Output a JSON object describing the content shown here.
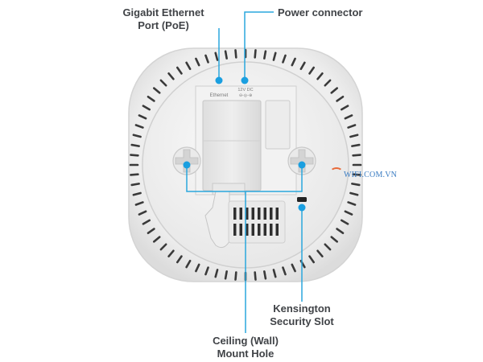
{
  "callouts": {
    "ethernet": [
      "Gigabit Ethernet",
      "Port (PoE)"
    ],
    "power": [
      "Power connector"
    ],
    "kensington": [
      "Kensington",
      "Security Slot"
    ],
    "mount": [
      "Ceiling (Wall)",
      "Mount Hole"
    ]
  },
  "device": {
    "port_label_ethernet": "Ethernet",
    "port_label_power": "12V DC",
    "port_label_power_symbol": "⊖-◎-⊕"
  },
  "watermark": "WIFI.COM.VN",
  "colors": {
    "callout_line": "#2aa7dd",
    "callout_dot": "#1a9fe0",
    "label_text": "#404347",
    "body_shell": "#f4f4f4",
    "vent": "#3a3a3a"
  }
}
